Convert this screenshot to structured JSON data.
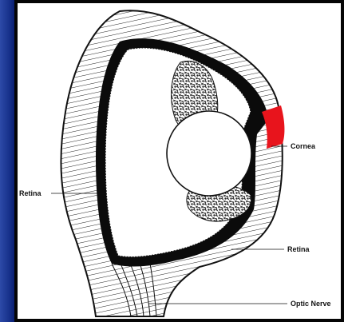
{
  "labels": {
    "cornea": "Cornea",
    "retina_left": "Retina",
    "retina_bottom": "Retina",
    "optic_nerve": "Optic Nerve"
  },
  "colors": {
    "cornea": "#e8141c",
    "frame": "#0a1a6e",
    "ink": "#111111"
  }
}
